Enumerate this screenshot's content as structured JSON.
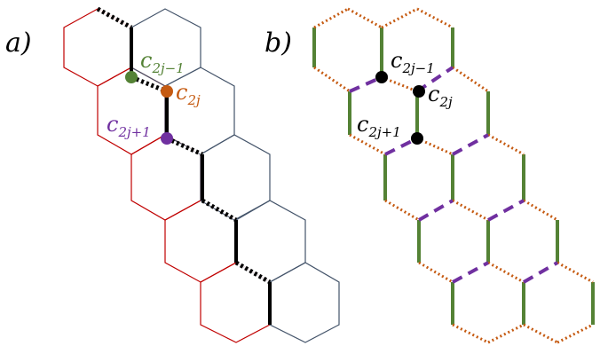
{
  "panels": {
    "a": {
      "label": "a)",
      "sites": [
        {
          "base": "c",
          "sub": "2j−1",
          "color": "#548235"
        },
        {
          "base": "c",
          "sub": "2j",
          "color": "#C55A11"
        },
        {
          "base": "c",
          "sub": "2j+1",
          "color": "#7030A0"
        }
      ]
    },
    "b": {
      "label": "b)",
      "sites": [
        {
          "base": "c",
          "sub": "2j−1",
          "color": "#000000"
        },
        {
          "base": "c",
          "sub": "2j",
          "color": "#000000"
        },
        {
          "base": "c",
          "sub": "2j+1",
          "color": "#000000"
        }
      ]
    }
  },
  "colors": {
    "red_hex": "#C00000",
    "blue_hex": "#44546A",
    "green_bond": "#548235",
    "orange_bond": "#C55A11",
    "purple_bond": "#7030A0"
  }
}
